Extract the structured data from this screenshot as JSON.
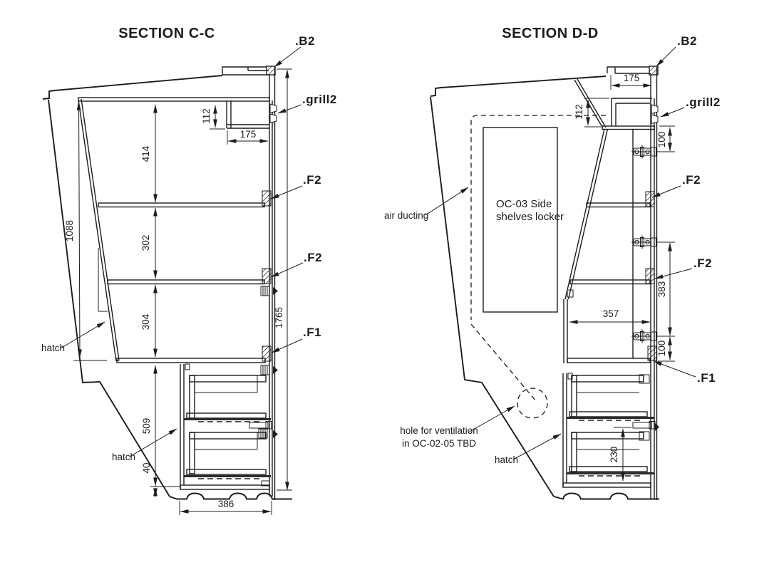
{
  "colors": {
    "ink": "#1c1c1c",
    "paper": "#ffffff"
  },
  "section_cc": {
    "title": "SECTION C-C",
    "callouts": {
      "b2": ".B2",
      "grill2": ".grill2",
      "f2_upper": ".F2",
      "f2_lower": ".F2",
      "f1": ".F1",
      "hatch_upper": "hatch",
      "hatch_lower": "hatch"
    },
    "dims": {
      "d112": "112",
      "d175": "175",
      "d414": "414",
      "d302": "302",
      "d304": "304",
      "d1088": "1088",
      "d1765": "1765",
      "d509": "509",
      "d40": "40",
      "d386": "386"
    }
  },
  "section_dd": {
    "title": "SECTION D-D",
    "callouts": {
      "b2": ".B2",
      "grill2": ".grill2",
      "f2_upper": ".F2",
      "f2_lower": ".F2",
      "f1": ".F1",
      "hatch": "hatch",
      "air_ducting": "air ducting",
      "locker_label": [
        "OC-03 Side",
        "shelves locker"
      ],
      "vent_note": [
        "hole for ventilation",
        "in OC-02-05 TBD"
      ]
    },
    "dims": {
      "d175": "175",
      "d112": "112",
      "d100_upper": "100",
      "d383": "383",
      "d357": "357",
      "d100_lower": "100",
      "d230": "230"
    }
  }
}
